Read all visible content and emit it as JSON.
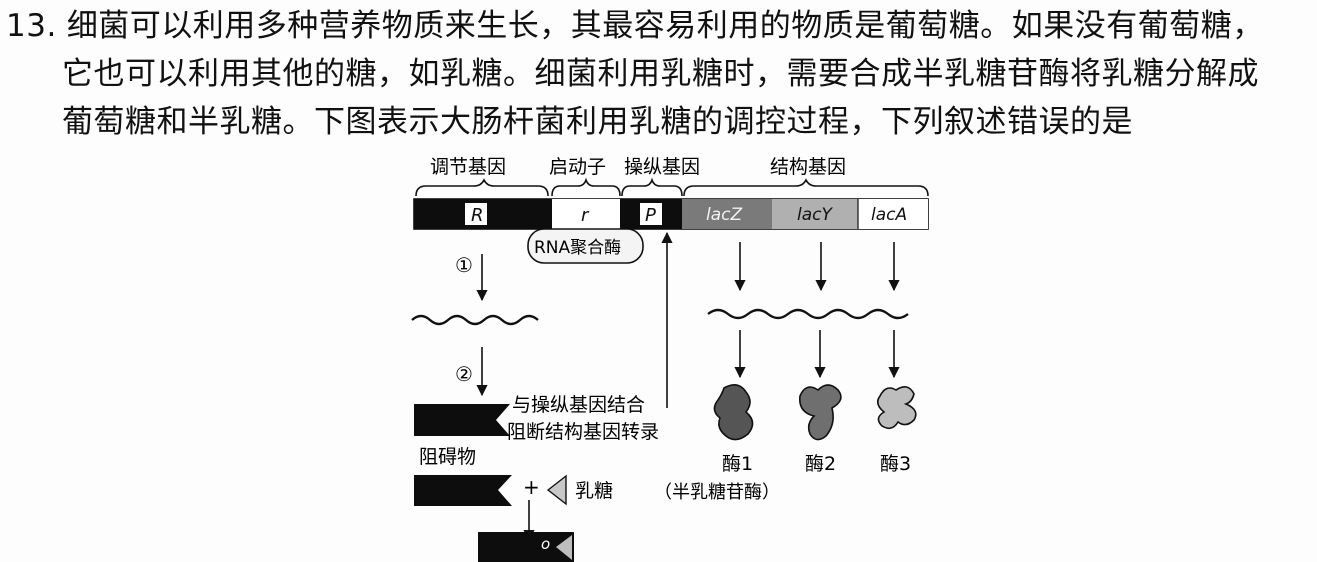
{
  "question": {
    "number": "13.",
    "line1": "细菌可以利用多种营养物质来生长，其最容易利用的物质是葡萄糖。如果没有葡萄糖，",
    "line2": "它也可以利用其他的糖，如乳糖。细菌利用乳糖时，需要合成半乳糖苷酶将乳糖分解成",
    "line3": "葡萄糖和半乳糖。下图表示大肠杆菌利用乳糖的调控过程，下列叙述错误的是"
  },
  "diagram": {
    "region_labels": {
      "regulator": "调节基因",
      "promoter": "启动子",
      "operator": "操纵基因",
      "structural": "结构基因"
    },
    "gene_segments": {
      "R": "R",
      "r": "r",
      "P": "P",
      "lacZ": "lacZ",
      "lacY": "lacY",
      "lacA": "lacA"
    },
    "rna_polymerase": "RNA聚合酶",
    "steps": {
      "step1": "①",
      "step2": "②"
    },
    "repressor_note_line1": "与操纵基因结合",
    "repressor_note_line2": "阻断结构基因转录",
    "repressor_label": "阻碍物",
    "plus": "+",
    "lactose_label": "乳糖",
    "complex_label": "o",
    "enzymes": {
      "enzyme1": "酶1",
      "enzyme1_note": "（半乳糖苷酶）",
      "enzyme2": "酶2",
      "enzyme3": "酶3"
    },
    "colors": {
      "black": "#0d0d0d",
      "lacZ_fill": "#7a7a7a",
      "lacY_fill": "#b0b0b0",
      "enzyme1_fill": "#555555",
      "enzyme2_fill": "#6f6f6f",
      "enzyme3_fill": "#bdbdbd"
    }
  }
}
